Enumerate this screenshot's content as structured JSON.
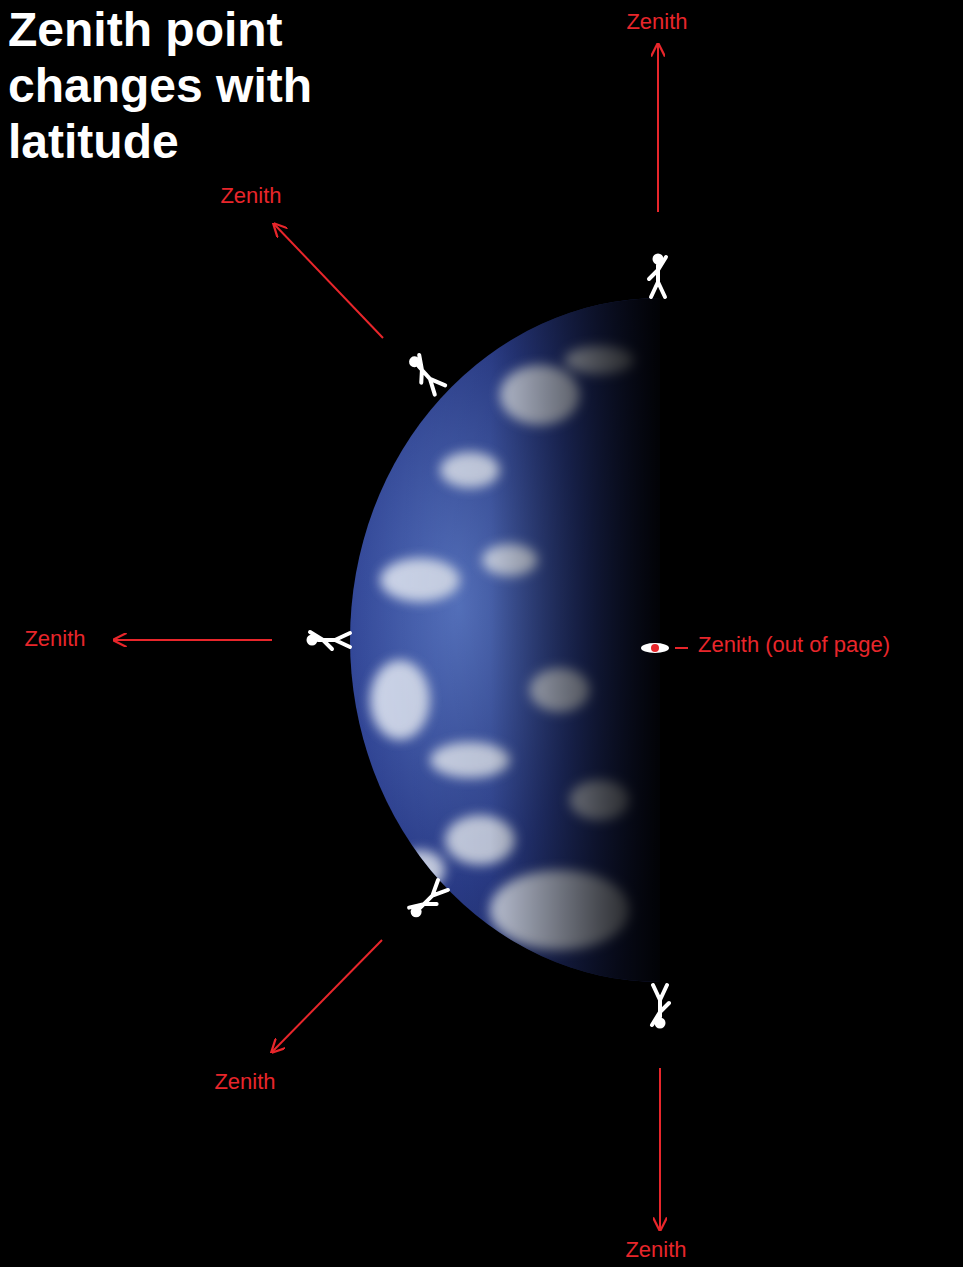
{
  "diagram": {
    "title": "Zenith point changes with latitude",
    "labels": [
      "Zenith",
      "Zenith",
      "Zenith",
      "Zenith (out of page)",
      "Zenith",
      "Zenith"
    ]
  }
}
